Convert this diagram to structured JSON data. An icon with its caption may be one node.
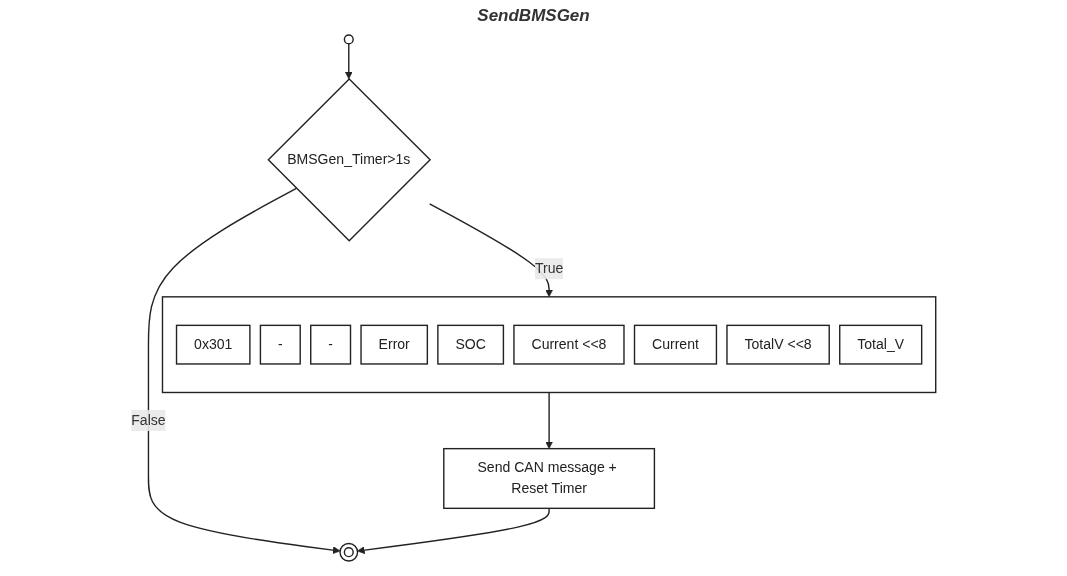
{
  "diagram": {
    "title": "SendBMSGen",
    "nodes": [
      {
        "text": [],
        "shape": "circle"
      },
      {
        "text": [
          "BMSGen_Timer>1s"
        ]
      },
      {
        "text": [],
        "shape": "box"
      },
      {
        "text": [
          "0x301"
        ],
        "in": 2
      },
      {
        "text": [
          "-"
        ],
        "in": 2
      },
      {
        "text": [
          "-"
        ],
        "in": 2
      },
      {
        "text": [
          "Error"
        ],
        "in": 2
      },
      {
        "text": [
          "SOC"
        ],
        "in": 2
      },
      {
        "text": [
          "Current <<8"
        ],
        "in": 2
      },
      {
        "text": [
          "Current"
        ],
        "in": 2
      },
      {
        "text": [
          "TotalV <<8"
        ],
        "in": 2
      },
      {
        "text": [
          "Total_V"
        ],
        "in": 2
      },
      {
        "text": [
          "Send CAN message + Reset Timer"
        ]
      },
      {
        "text": [],
        "shape": "bullseye"
      }
    ],
    "edges": [
      {
        "from": 0,
        "to": 1,
        "arrow": "to"
      },
      {
        "from": 1,
        "to": 13,
        "arrow": "to",
        "label": "False"
      },
      {
        "from": 1,
        "to": 2,
        "arrow": "to",
        "label": "True"
      },
      {
        "from": 2,
        "to": 12,
        "arrow": "to"
      },
      {
        "from": 12,
        "to": 13,
        "arrow": "to"
      }
    ]
  }
}
